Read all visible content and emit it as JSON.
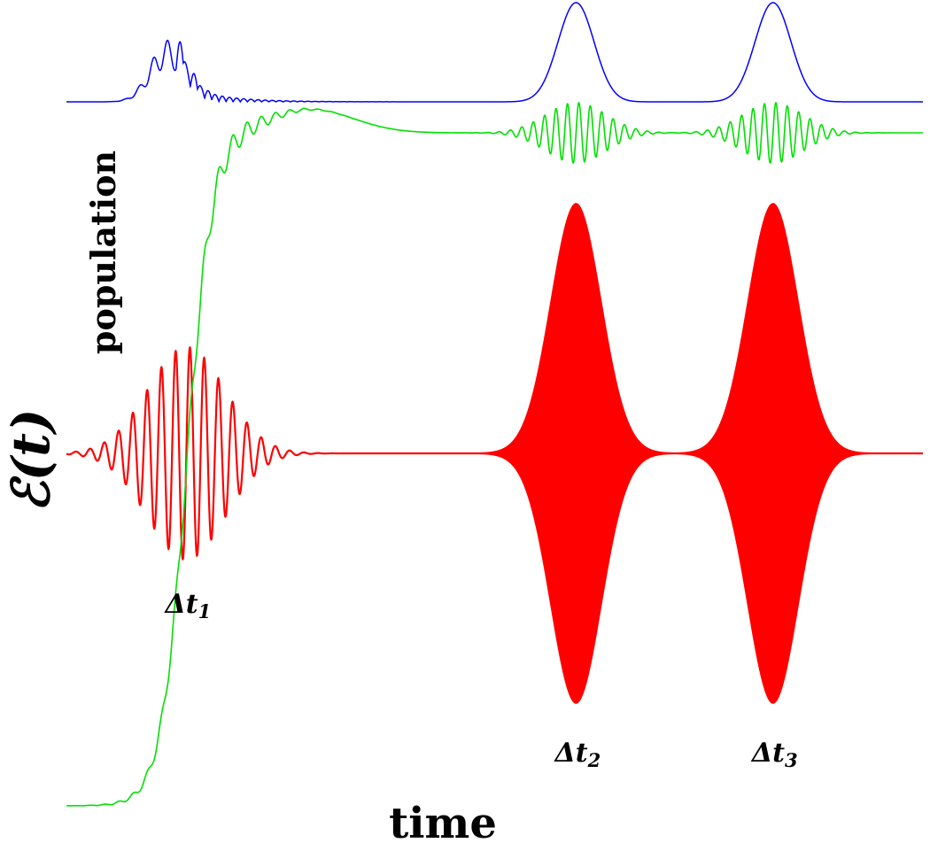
{
  "chart_data": {
    "type": "line",
    "title": "",
    "xlabel": "time",
    "ylabel_field": "ℰ(t)",
    "ylabel_population": "population",
    "x_range": [
      0,
      1
    ],
    "grid": false,
    "legend": "none",
    "colors": {
      "field": "#ff0000",
      "excitation": "#0000ff",
      "population": "#00e000",
      "text": "#000000"
    },
    "pulses": [
      {
        "label": "Δt1",
        "label_base": "Δt",
        "label_sub": "1",
        "center": 0.14,
        "amplitude": 0.2,
        "chirp_carrier_visible": true
      },
      {
        "label": "Δt2",
        "label_base": "Δt",
        "label_sub": "2",
        "center": 0.595,
        "amplitude": 0.47,
        "chirp_carrier_visible": false
      },
      {
        "label": "Δt3",
        "label_base": "Δt",
        "label_sub": "3",
        "center": 0.825,
        "amplitude": 0.47,
        "chirp_carrier_visible": false
      }
    ],
    "series": [
      {
        "name": "",
        "role": "field"
      },
      {
        "name": "",
        "role": "excitation"
      },
      {
        "name": "",
        "role": "population"
      }
    ]
  }
}
